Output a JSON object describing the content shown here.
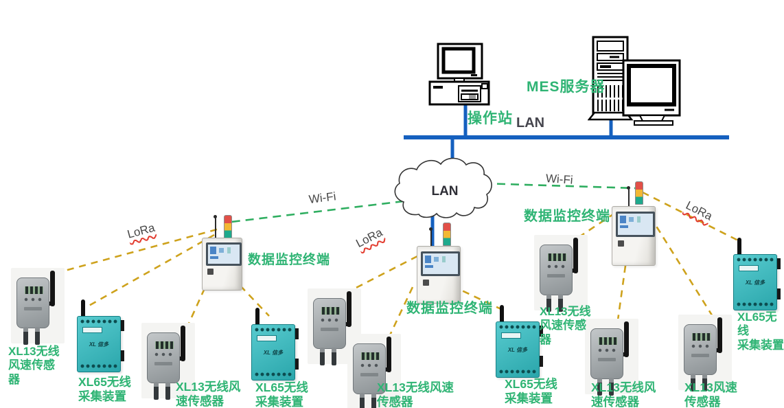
{
  "top": {
    "operator_station_label": "操作站",
    "mes_server_label": "MES服务器",
    "lan_bus_label": "LAN"
  },
  "cloud": {
    "label": "LAN"
  },
  "links": {
    "wifi_left": "Wi-Fi",
    "wifi_right": "Wi-Fi",
    "lora_left": "LoRa",
    "lora_middle": "LoRa",
    "lora_right": "LoRa"
  },
  "terminals": [
    {
      "label": "数据监控终端"
    },
    {
      "label": "数据监控终端"
    },
    {
      "label": "数据监控终端"
    }
  ],
  "sensors": [
    {
      "kind": "XL13",
      "label": "XL13无线\n风速传感\n器"
    },
    {
      "kind": "XL65",
      "label": "XL65无线\n采集装置"
    },
    {
      "kind": "XL13",
      "label": "XL13无线风\n速传感器"
    },
    {
      "kind": "XL65",
      "label": "XL65无线\n采集装置"
    },
    {
      "kind": "XL13",
      "label": ""
    },
    {
      "kind": "XL13",
      "label": "XL13无线风速\n传感器"
    },
    {
      "kind": "XL65",
      "label": "XL65无线\n采集装置"
    },
    {
      "kind": "XL13",
      "label": "XL13无线\n风速传感\n器"
    },
    {
      "kind": "XL13",
      "label": "XL13无线风\n速传感器"
    },
    {
      "kind": "XL13",
      "label": "XL13风速\n传感器"
    },
    {
      "kind": "XL65",
      "label": "XL65无线\n采集装置"
    }
  ],
  "device_texts": {
    "xl65_model": "XL 信多"
  },
  "colors": {
    "lan_line": "#1560bf",
    "wifi_line": "#2fae60",
    "lora_line": "#cea21c",
    "label_green": "#2fb474",
    "device_teal": "#3ab6bc"
  }
}
